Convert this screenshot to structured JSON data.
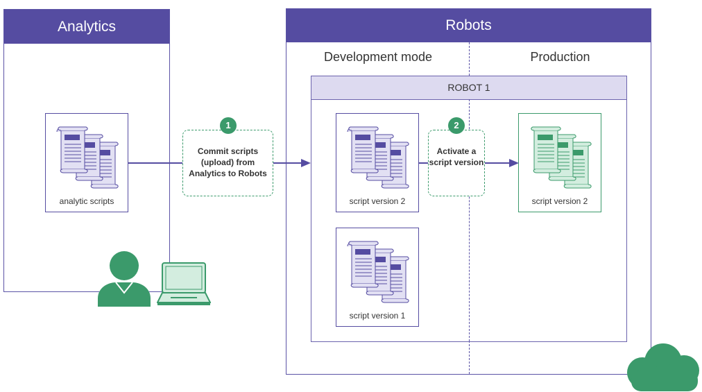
{
  "analytics": {
    "title": "Analytics",
    "card_label": "analytic scripts"
  },
  "robots": {
    "title": "Robots",
    "dev_mode_label": "Development mode",
    "production_label": "Production",
    "robot_title": "ROBOT 1",
    "dev_cards": [
      {
        "label": "script version 2"
      },
      {
        "label": "script version 1"
      }
    ],
    "prod_card": {
      "label": "script version 2"
    }
  },
  "steps": [
    {
      "number": "1",
      "text": "Commit scripts (upload) from Analytics to Robots"
    },
    {
      "number": "2",
      "text": "Activate a script version"
    }
  ],
  "icons": {
    "script_stack": "script-stack-icon",
    "user": "user-icon",
    "laptop": "laptop-icon",
    "cloud": "cloud-icon"
  },
  "colors": {
    "header": "#554ca1",
    "accent_green": "#3b9a6b",
    "robot_header_bg": "#dddaf0",
    "doc_fill_purple": "#e2e0f3",
    "doc_fill_green": "#d3eddf"
  }
}
